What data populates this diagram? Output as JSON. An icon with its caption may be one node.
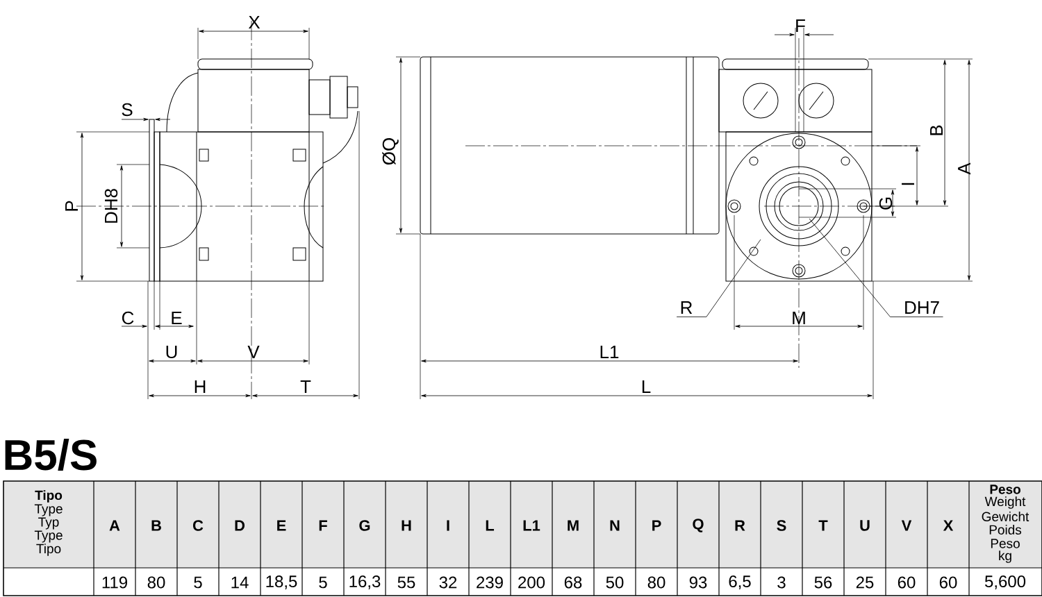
{
  "diagram": {
    "title": "B5/S",
    "nodes": [
      {
        "text": [
          "R"
        ]
      },
      {
        "text": [
          "DH7"
        ]
      }
    ],
    "edges": [
      {
        "from": 0,
        "to": null,
        "arrow": "none"
      },
      {
        "from": 1,
        "to": null,
        "arrow": "none"
      }
    ],
    "labels": [
      "X",
      "F",
      "S",
      "B",
      "ØQ",
      "A",
      "I",
      "P",
      "DH8",
      "G",
      "C",
      "E",
      "M",
      "U",
      "V",
      "L1",
      "H",
      "T",
      "L",
      "Tipo",
      "Type",
      "Typ",
      "Type",
      "Tipo",
      "A",
      "B",
      "C",
      "D",
      "E",
      "F",
      "G",
      "H",
      "I",
      "L",
      "L1",
      "M",
      "N",
      "P",
      "Q",
      "R",
      "S",
      "T",
      "U",
      "V",
      "X",
      "Peso",
      "Weight",
      "Gewicht",
      "Poids",
      "Peso",
      "kg",
      "119",
      "80",
      "5",
      "14",
      "18,5",
      "5",
      "16,3",
      "55",
      "32",
      "239",
      "200",
      "68",
      "50",
      "80",
      "93",
      "6,5",
      "3",
      "56",
      "25",
      "60",
      "60",
      "5,600"
    ]
  }
}
